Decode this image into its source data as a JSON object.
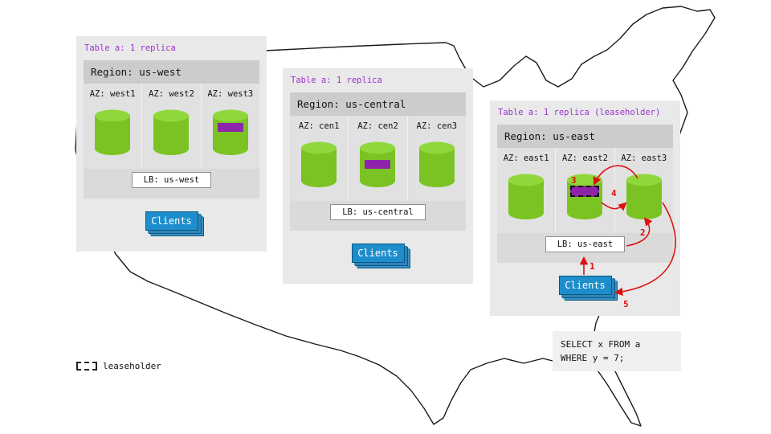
{
  "panels": [
    {
      "table_label": "Table a: 1 replica",
      "region_label": "Region: us-west",
      "azs": [
        {
          "label": "AZ: west1",
          "has_replica": false
        },
        {
          "label": "AZ: west2",
          "has_replica": false
        },
        {
          "label": "AZ: west3",
          "has_replica": true,
          "is_leaseholder": false
        }
      ],
      "lb_label": "LB: us-west",
      "clients_label": "Clients"
    },
    {
      "table_label": "Table a: 1 replica",
      "region_label": "Region: us-central",
      "azs": [
        {
          "label": "AZ: cen1",
          "has_replica": false
        },
        {
          "label": "AZ: cen2",
          "has_replica": true,
          "is_leaseholder": false
        },
        {
          "label": "AZ: cen3",
          "has_replica": false
        }
      ],
      "lb_label": "LB: us-central",
      "clients_label": "Clients"
    },
    {
      "table_label": "Table a: 1 replica (leaseholder)",
      "region_label": "Region: us-east",
      "azs": [
        {
          "label": "AZ: east1",
          "has_replica": false
        },
        {
          "label": "AZ: east2",
          "has_replica": true,
          "is_leaseholder": true
        },
        {
          "label": "AZ: east3",
          "has_replica": false
        }
      ],
      "lb_label": "LB: us-east",
      "clients_label": "Clients"
    }
  ],
  "query": {
    "line1": "SELECT x FROM a",
    "line2": "WHERE y = 7;"
  },
  "flow_labels": [
    "1",
    "2",
    "3",
    "4",
    "5"
  ],
  "legend": {
    "swatch": "dashed-rectangle",
    "label": "leaseholder"
  },
  "colors": {
    "accent_purple": "#9932cc",
    "replica_purple": "#8e24aa",
    "cylinder_green": "#7bc322",
    "cylinder_top_green": "#90d73c",
    "clients_blue": "#1d8ecb",
    "arrow_red": "#dd1111"
  }
}
